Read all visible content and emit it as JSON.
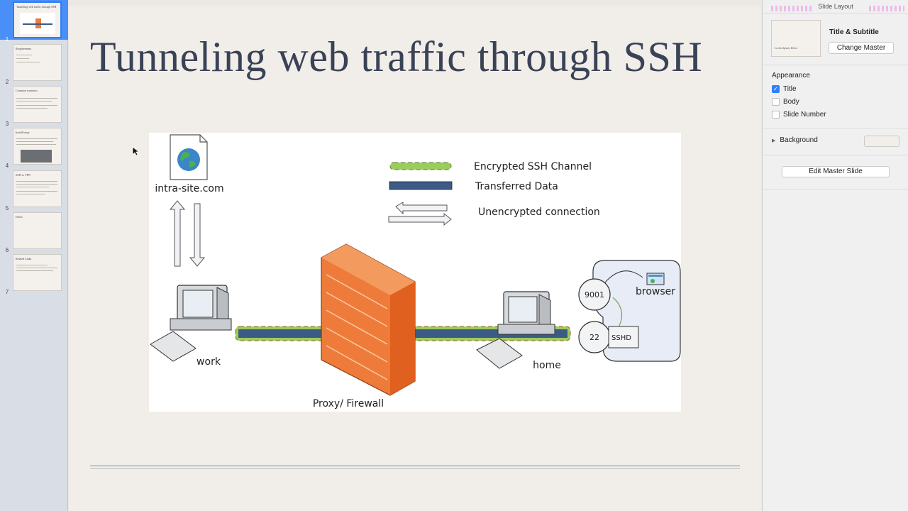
{
  "navigator": {
    "slides": [
      {
        "num": "1",
        "title": "Tunneling web traffic through SSH",
        "selected": true
      },
      {
        "num": "2",
        "title": "Requirements",
        "selected": false
      },
      {
        "num": "3",
        "title": "Common scenarios",
        "selected": false
      },
      {
        "num": "4",
        "title": "Install/setup",
        "selected": false
      },
      {
        "num": "5",
        "title": "SSH vs VPN",
        "selected": false
      },
      {
        "num": "6",
        "title": "Demo",
        "selected": false
      },
      {
        "num": "7",
        "title": "Related Links",
        "selected": false
      }
    ]
  },
  "slide": {
    "title": "Tunneling web traffic through SSH",
    "diagram": {
      "site_label": "intra-site.com",
      "legend_encrypted": "Encrypted SSH Channel",
      "legend_data": "Transferred Data",
      "legend_unencrypted": "Unencrypted connection",
      "work_label": "work",
      "firewall_label": "Proxy/ Firewall",
      "home_label": "home",
      "port_9001": "9001",
      "port_22": "22",
      "browser_label": "browser",
      "sshd_label": "SSHD"
    }
  },
  "inspector": {
    "header": "Slide Layout",
    "layout_name": "Title & Subtitle",
    "master_thumb_text": "Lorem Ipsum Dolor",
    "change_master": "Change Master",
    "appearance": "Appearance",
    "checkboxes": [
      {
        "label": "Title",
        "checked": true
      },
      {
        "label": "Body",
        "checked": false
      },
      {
        "label": "Slide Number",
        "checked": false
      }
    ],
    "background": "Background",
    "edit_master": "Edit Master Slide"
  },
  "colors": {
    "selection": "#4a8ff7",
    "firewall": "#ee7b3a",
    "ssh_channel": "#9acd5c",
    "data_line": "#3c5a86",
    "checkbox_on": "#2f7ff5"
  }
}
